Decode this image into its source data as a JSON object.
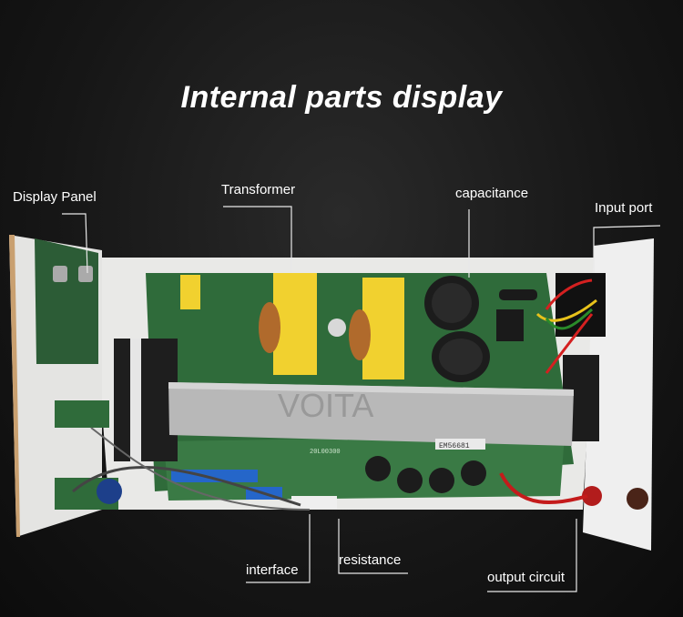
{
  "title": "Internal parts display",
  "watermark": "VOITA",
  "labels": {
    "display_panel": "Display Panel",
    "transformer": "Transformer",
    "capacitance": "capacitance",
    "input_port": "Input port",
    "interface": "interface",
    "resistance": "resistance",
    "output_circuit": "output circuit"
  },
  "pcb_text": {
    "chip_code": "EM56681",
    "board_code": "20L00300"
  },
  "colors": {
    "background": "#141414",
    "pcb": "#2f6b3a",
    "transformer": "#f1d12f",
    "heatsink": "#b8b8b8",
    "capacitor": "#1c1c1c",
    "label_text": "#ffffff"
  }
}
